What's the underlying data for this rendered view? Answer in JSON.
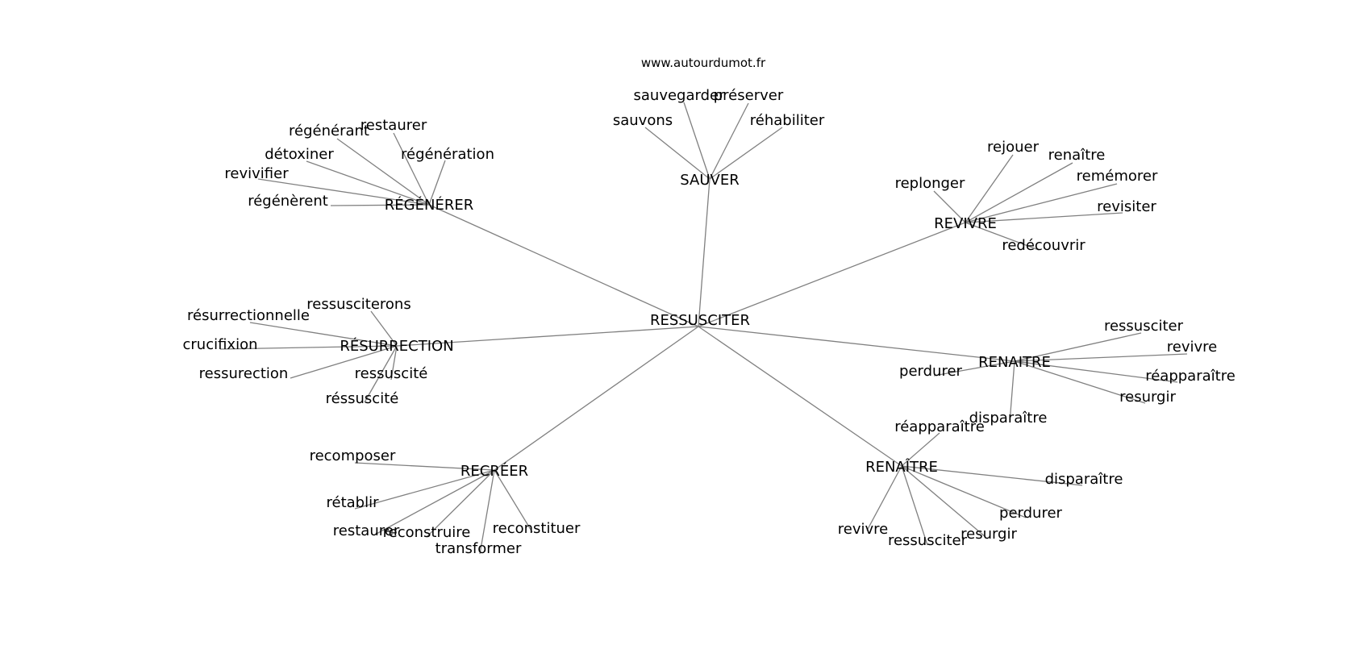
{
  "site": "www.autourdumot.fr",
  "colors": {
    "edge": "#808080",
    "text": "#000000",
    "background": "#ffffff"
  },
  "center": "RESSUSCITER",
  "clusters": [
    {
      "hub": "SAUVER",
      "leaves": [
        "sauvegarder",
        "préserver",
        "sauvons",
        "réhabiliter"
      ]
    },
    {
      "hub": "RÉGÉNÉRER",
      "leaves": [
        "restaurer",
        "régénérant",
        "régénération",
        "détoxiner",
        "revivifier",
        "régénèrent"
      ]
    },
    {
      "hub": "REVIVRE",
      "leaves": [
        "rejouer",
        "renaître",
        "remémorer",
        "replonger",
        "revisiter",
        "redécouvrir"
      ]
    },
    {
      "hub": "RÉSURRECTION",
      "leaves": [
        "ressusciterons",
        "résurrectionnelle",
        "crucifixion",
        "ressurection",
        "ressuscité",
        "réssuscité"
      ]
    },
    {
      "hub": "RENAITRE",
      "leaves": [
        "ressusciter",
        "revivre",
        "perdurer",
        "réapparaître",
        "resurgir",
        "disparaître"
      ]
    },
    {
      "hub": "RENAÎTRE",
      "leaves": [
        "réapparaître",
        "disparaître",
        "perdurer",
        "revivre",
        "ressusciter",
        "resurgir"
      ]
    },
    {
      "hub": "RECRÉER",
      "leaves": [
        "recomposer",
        "rétablir",
        "restaurer",
        "reconstruire",
        "reconstituer",
        "transformer"
      ]
    }
  ]
}
